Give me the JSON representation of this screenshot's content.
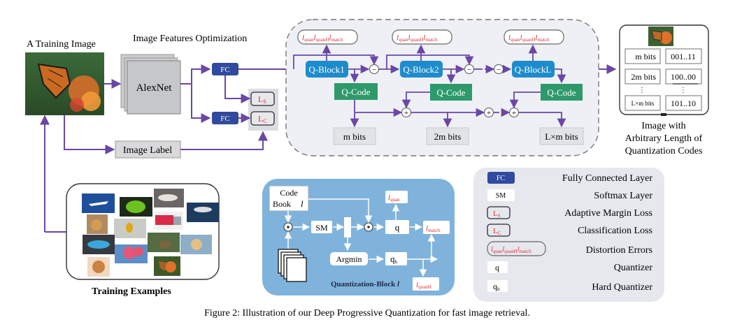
{
  "titles": {
    "training_image": "A Training Image",
    "features_optimization": "Image Features Optimization",
    "training_examples": "Training Examples",
    "output_caption": [
      "Image with",
      "Arbitrary Length of",
      "Quantization  Codes"
    ],
    "figure_caption": "Figure 2: Illustration of our Deep Progressive Quantization for fast image retrieval."
  },
  "network": {
    "backbone": "AlexNet",
    "fc": "FC",
    "loss_s": {
      "main": "L",
      "sub": "S"
    },
    "loss_c": {
      "main": "L",
      "sub": "C"
    },
    "image_label": "Image Label"
  },
  "progressive": {
    "blocks": [
      "Q-Block1",
      "Q-Block2",
      "Q-BlockL"
    ],
    "qcode": "Q-Code",
    "bits": [
      "m bits",
      "2m bits",
      "L×m bits"
    ],
    "loss_terms": [
      {
        "main": "l",
        "sub": "quan"
      },
      {
        "main": "l",
        "sub": "quanH"
      },
      {
        "main": "l",
        "sub": "match"
      }
    ],
    "minus_symbol": "−",
    "plus_symbol": "+"
  },
  "output_codes": {
    "rows": [
      {
        "bits": "m bits",
        "code": "001..11"
      },
      {
        "bits": "2m bits",
        "code": "100..00"
      },
      {
        "bits": "L×m bits",
        "code": "101..10"
      }
    ],
    "ellipsis": "⋮"
  },
  "qblock": {
    "codebook": [
      "Code",
      "Book"
    ],
    "codebook_var": "l",
    "sm": "SM",
    "argmin": "Argmin",
    "q": "q",
    "qh": {
      "main": "q",
      "sub": "h"
    },
    "l_quan": {
      "main": "l",
      "sub": "quan"
    },
    "l_match": {
      "main": "l",
      "sub": "match"
    },
    "l_quanH": {
      "main": "l",
      "sub": "quanH"
    },
    "title": "Quantization-Block ",
    "title_var": "l",
    "dot_symbol": "⊙"
  },
  "legend": {
    "items": [
      {
        "symbol": "FC",
        "label": "Fully Connected Layer"
      },
      {
        "symbol": "SM",
        "label": "Softmax Layer"
      },
      {
        "symbol": "LS",
        "label": "Adaptive Margin Loss"
      },
      {
        "symbol": "LC",
        "label": "Classification Loss"
      },
      {
        "symbol": "lquan lquanH lmatch",
        "label": "Distortion Errors"
      },
      {
        "symbol": "q",
        "label": "Quantizer"
      },
      {
        "symbol": "qh",
        "label": "Hard Quantizer"
      }
    ]
  },
  "colors": {
    "arrow": "#6a47a6",
    "fc_blue": "#2f4a9e",
    "qblock_blue": "#1e8ccc",
    "qcode_green": "#2e9a6a",
    "loss_red": "#d6303a",
    "panel_blue": "#7fb3dc",
    "panel_gray": "#e6e8ee"
  }
}
